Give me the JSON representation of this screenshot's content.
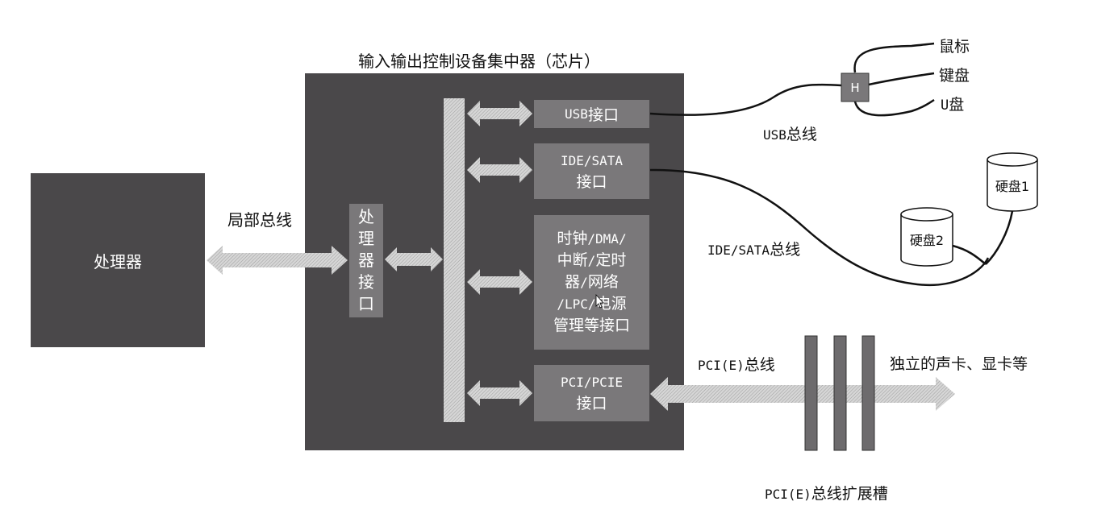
{
  "chip_title": "输入输出控制设备集中器（芯片）",
  "processor": {
    "label": "处理器"
  },
  "local_bus": "局部总线",
  "processor_interface": {
    "chars": [
      "处",
      "理",
      "器",
      "接",
      "口"
    ]
  },
  "usb_interface": {
    "prefix": "USB",
    "suffix": "接口"
  },
  "ide_interface": {
    "line1": "IDE/SATA",
    "line2": "接口"
  },
  "misc_interface": {
    "lines": [
      [
        {
          "t": "时钟",
          "m": false
        },
        {
          "t": "/DMA/",
          "m": true
        }
      ],
      [
        {
          "t": "中断",
          "m": false
        },
        {
          "t": "/",
          "m": true
        },
        {
          "t": "定时",
          "m": false
        }
      ],
      [
        {
          "t": "器",
          "m": false
        },
        {
          "t": "/",
          "m": true
        },
        {
          "t": "网络",
          "m": false
        }
      ],
      [
        {
          "t": "/LPC/",
          "m": true
        },
        {
          "t": "电源",
          "m": false
        }
      ],
      [
        {
          "t": "管理等接口",
          "m": false
        }
      ]
    ]
  },
  "pci_interface": {
    "line1": "PCI/PCIE",
    "line2": "接口"
  },
  "usb_bus": {
    "prefix": "USB",
    "suffix": "总线"
  },
  "ide_bus": {
    "prefix": "IDE/SATA",
    "suffix": "总线"
  },
  "pci_bus": {
    "prefix": "PCI(E)",
    "suffix": "总线"
  },
  "pci_slots_caption": {
    "prefix": "PCI(E)",
    "suffix": "总线扩展槽"
  },
  "hub_label": "H",
  "usb_devices": {
    "mouse": "鼠标",
    "keyboard": "键盘",
    "udisk_prefix": "U",
    "udisk_suffix": "盘"
  },
  "disk1": "硬盘1",
  "disk2": "硬盘2",
  "pci_devices": "独立的声卡、显卡等",
  "colors": {
    "chip_bg": "#4a484a",
    "interface_bg": "#7a787a",
    "arrow": "#c8c8c8",
    "slot": "#6d6b6d"
  }
}
